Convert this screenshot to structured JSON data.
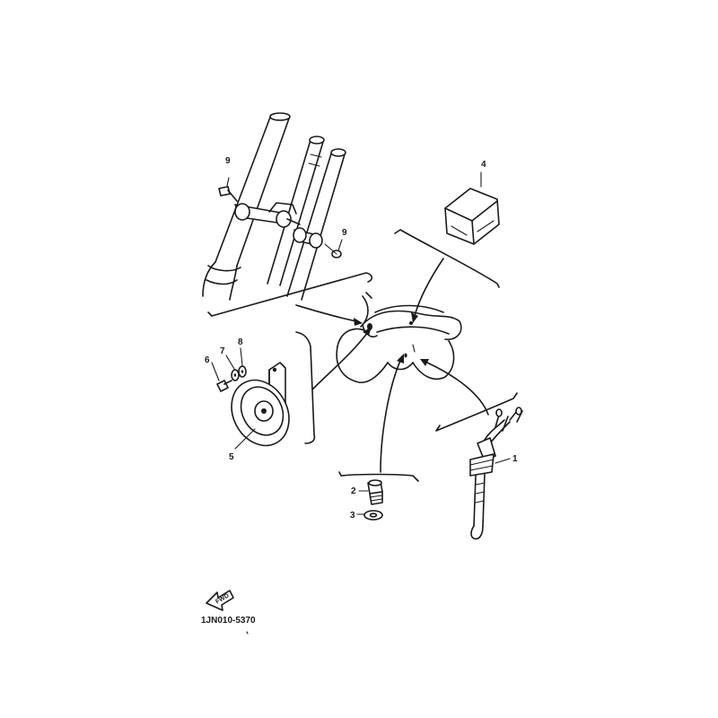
{
  "callouts": {
    "c1": "1",
    "c2": "2",
    "c3": "3",
    "c4": "4",
    "c5": "5",
    "c6": "6",
    "c7": "7",
    "c8": "8",
    "c9a": "9",
    "c9b": "9"
  },
  "fwd_label": "FWD",
  "drawing_code": "1JN010-5370",
  "colors": {
    "ink": "#1a1a1a",
    "paper": "#ffffff"
  }
}
